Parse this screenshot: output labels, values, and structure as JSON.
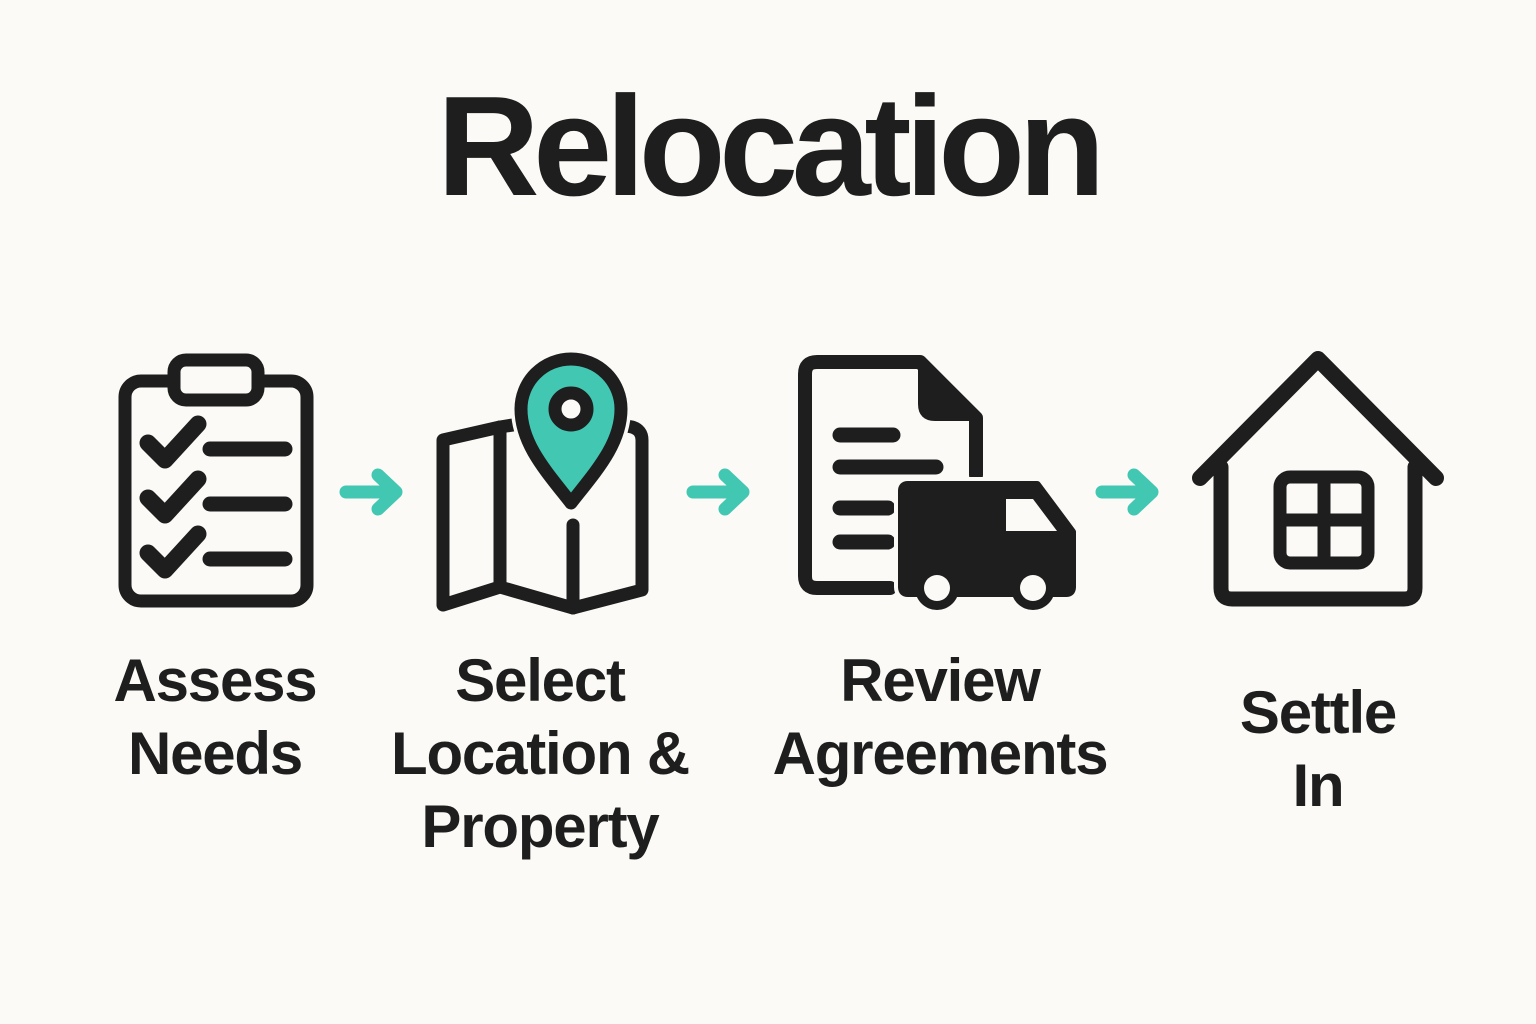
{
  "header": {
    "title": "Relocation"
  },
  "steps": [
    {
      "label": "Assess\nNeeds",
      "icon": "clipboard-checklist-icon"
    },
    {
      "label": "Select\nLocation &\nProperty",
      "icon": "map-pin-icon"
    },
    {
      "label": "Review\nAgreements",
      "icon": "document-truck-icon"
    },
    {
      "label": "Settle\nIn",
      "icon": "house-icon"
    }
  ],
  "arrows": [
    {
      "icon": "arrow-right-icon"
    },
    {
      "icon": "arrow-right-icon"
    },
    {
      "icon": "arrow-right-icon"
    }
  ],
  "colors": {
    "background": "#FBFAF6",
    "ink": "#1E1E1E",
    "accent_teal": "#41C7B2"
  }
}
